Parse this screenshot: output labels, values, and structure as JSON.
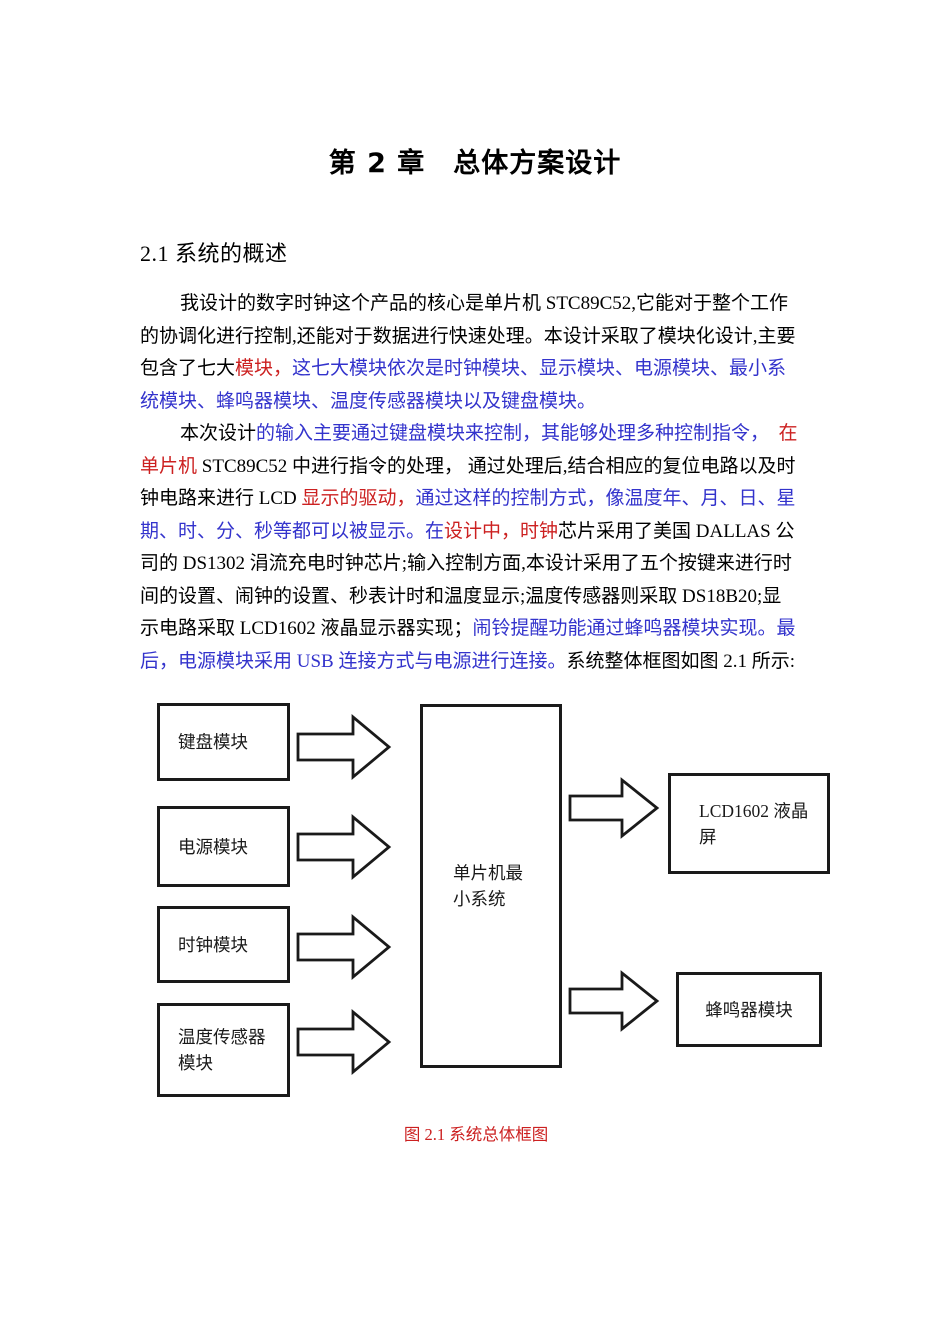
{
  "colors": {
    "body_black": "#000000",
    "emphasis_red": "#cc2020",
    "emphasis_blue": "#3333cc",
    "diagram_line": "#1a1a1a",
    "caption_red": "#cc2020"
  },
  "document": {
    "chapter_title": "第 2 章　总体方案设计",
    "section_heading": "2.1  系统的概述",
    "paragraphs": [
      {
        "lines": [
          [
            {
              "text": "我设计的数字时钟这个产品的核心是单片机 STC89C52,它能对于整个工作",
              "color": "#000000"
            }
          ],
          [
            {
              "text": "的协调化进行控制,还能对于数据进行快速处理。本设计采取了模块化设计,主要",
              "color": "#000000"
            }
          ],
          [
            {
              "text": "包含了七大",
              "color": "#000000"
            },
            {
              "text": "模块，",
              "color": "#cc2020"
            },
            {
              "text": "这七大模块依次是时钟模块、显示模块、电源模块、最小系",
              "color": "#3333cc"
            }
          ],
          [
            {
              "text": "统模块、蜂鸣器模块、温度传感器模块以及键盘模块。",
              "color": "#3333cc"
            }
          ]
        ]
      },
      {
        "lines": [
          [
            {
              "text": "本次设计",
              "color": "#000000"
            },
            {
              "text": "的输入主要通过键盘模块来控制，其能够处理多种控制指令，",
              "color": "#3333cc"
            },
            {
              "text": "　在",
              "color": "#cc2020"
            }
          ],
          [
            {
              "text": "单片机",
              "color": "#cc2020"
            },
            {
              "text": " STC89C52 中进行指令的处理， 通过处理后,结合相应的复位电路以及时",
              "color": "#000000"
            }
          ],
          [
            {
              "text": "钟电路来进行 LCD ",
              "color": "#000000"
            },
            {
              "text": "显示的驱动，",
              "color": "#cc2020"
            },
            {
              "text": "通过这样的控制方式，像温度年、月、日、星",
              "color": "#3333cc"
            }
          ],
          [
            {
              "text": "期、时、分、秒等都可以被显示。在",
              "color": "#3333cc"
            },
            {
              "text": "设计中，时钟",
              "color": "#cc2020"
            },
            {
              "text": "芯片采用了美国 DALLAS 公",
              "color": "#000000"
            }
          ],
          [
            {
              "text": "司的 DS1302 涓流充电时钟芯片;输入控制方面,本设计采用了五个按键来进行时",
              "color": "#000000"
            }
          ],
          [
            {
              "text": "间的设置、闹钟的设置、秒表计时和温度显示;温度传感器则采取 DS18B20;显",
              "color": "#000000"
            }
          ],
          [
            {
              "text": "示电路采取 LCD1602 液晶显示器实现；",
              "color": "#000000"
            },
            {
              "text": "闹铃提醒功能通过蜂鸣器模块实现。最",
              "color": "#3333cc"
            }
          ],
          [
            {
              "text": "后，电源模块采用 USB 连接方式与电源进行连接。",
              "color": "#3333cc"
            },
            {
              "text": "系统整体框图如图 2.1 所示:",
              "color": "#000000"
            }
          ]
        ]
      }
    ]
  },
  "diagram": {
    "boxes": {
      "keyboard": {
        "label": "键盘模块"
      },
      "power": {
        "label": "电源模块"
      },
      "clock": {
        "label": "时钟模块"
      },
      "temperature": {
        "label": "温度传感器\n模块"
      },
      "mcu": {
        "label": "单片机最\n小系统"
      },
      "lcd": {
        "label": "LCD1602 液晶\n屏"
      },
      "buzzer": {
        "label": "蜂鸣器模块"
      }
    },
    "caption": "图 2.1  系统总体框图"
  }
}
